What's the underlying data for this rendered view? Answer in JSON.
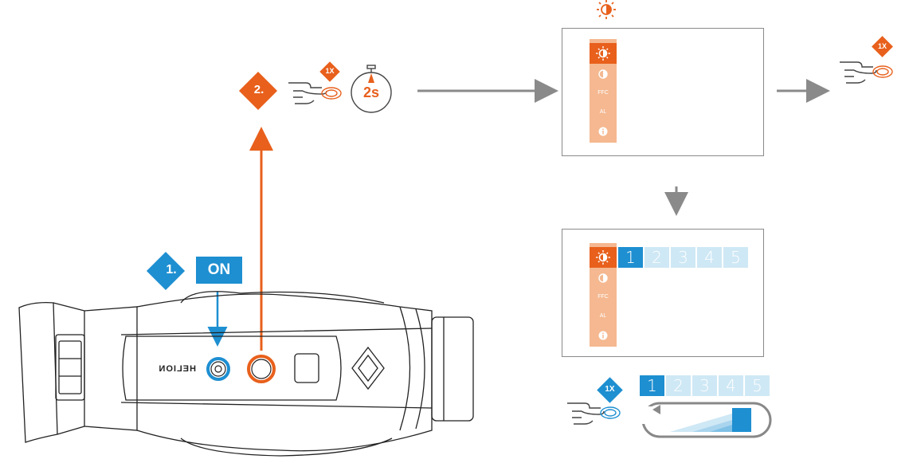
{
  "step1": {
    "number": "1.",
    "label": "ON"
  },
  "step2": {
    "number": "2.",
    "press_count": "1X",
    "hold_time": "2s"
  },
  "press_top_right": {
    "press_count": "1X"
  },
  "press_bottom": {
    "press_count": "1X"
  },
  "device": {
    "brand_text": "HELION"
  },
  "menu": {
    "items": [
      {
        "icon": "brightness-icon",
        "label": ""
      },
      {
        "icon": "contrast-icon",
        "label": ""
      },
      {
        "icon": "",
        "label": "FFC"
      },
      {
        "icon": "",
        "label": "AL"
      },
      {
        "icon": "info-icon",
        "label": ""
      }
    ]
  },
  "levels": {
    "values": [
      "1",
      "2",
      "3",
      "4",
      "5"
    ],
    "selected": "1"
  },
  "colors": {
    "orange": "#e8601c",
    "blue": "#1e8fd1",
    "light_blue": "#cfe8f5",
    "menu_orange": "#f5b890",
    "gray": "#8a8a8a"
  }
}
